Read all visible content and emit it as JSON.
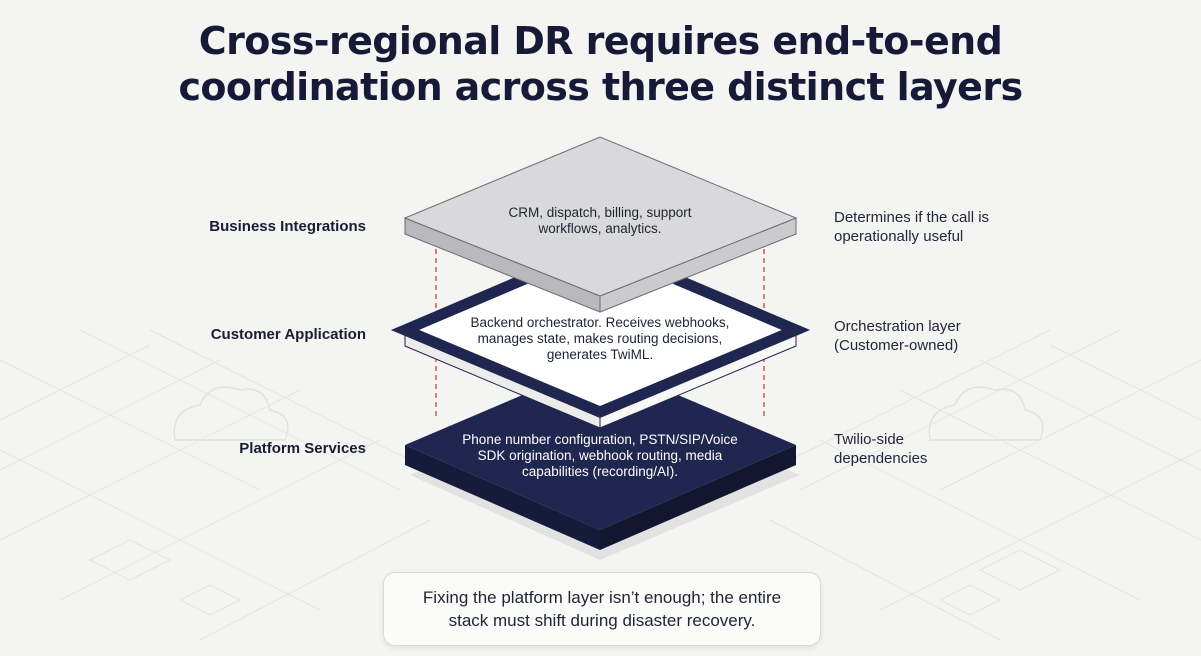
{
  "title": {
    "line1": "Cross-regional DR requires end-to-end",
    "line2": "coordination across three distinct layers"
  },
  "layers": [
    {
      "name": "Business Integrations",
      "description": [
        "CRM, dispatch, billing, support",
        "workflows, analytics."
      ],
      "note": [
        "Determines if the call is",
        "operationally useful"
      ],
      "color": "#d9d9dc"
    },
    {
      "name": "Customer Application",
      "description": [
        "Backend orchestrator. Receives webhooks,",
        "manages state, makes routing decisions,",
        "generates TwiML."
      ],
      "note": [
        "Orchestration layer",
        "(Customer-owned)"
      ],
      "color": "#ffffff"
    },
    {
      "name": "Platform Services",
      "description": [
        "Phone number configuration, PSTN/SIP/Voice",
        "SDK origination, webhook routing, media",
        "capabilities (recording/AI)."
      ],
      "note": [
        "Twilio-side",
        "dependencies"
      ],
      "color": "#1f2650"
    }
  ],
  "callout": {
    "line1": "Fixing the platform layer isn’t enough; the entire",
    "line2": "stack must shift during disaster recovery."
  },
  "colors": {
    "navy": "#1f2650",
    "connector_red": "#d9534f",
    "background": "#f4f4f2"
  }
}
